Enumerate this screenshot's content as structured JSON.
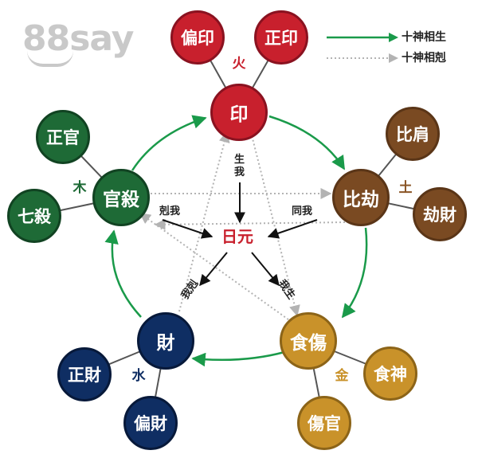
{
  "watermark": {
    "text": "88say"
  },
  "legend": {
    "sheng": {
      "label": "十神相生",
      "color": "#1a9a4a"
    },
    "ke": {
      "label": "十神相剋",
      "color": "#a8a8a8"
    }
  },
  "center": {
    "label": "日元",
    "color": "#c8202d"
  },
  "relations": {
    "sheng_wo": "生我",
    "tong_wo": "同我",
    "wo_sheng": "我生",
    "wo_ke": "我剋",
    "ke_wo": "剋我"
  },
  "groups": {
    "fire": {
      "element": "火",
      "color": "#c8202d",
      "text_color": "#c8202d",
      "main": "印",
      "subs": [
        "偏印",
        "正印"
      ]
    },
    "earth": {
      "element": "土",
      "color": "#7a4a22",
      "text_color": "#8a5526",
      "main": "比劫",
      "subs": [
        "比肩",
        "劫財"
      ]
    },
    "metal": {
      "element": "金",
      "color": "#c9922a",
      "text_color": "#c9922a",
      "main": "食傷",
      "subs": [
        "食神",
        "傷官"
      ]
    },
    "water": {
      "element": "水",
      "color": "#0f2e63",
      "text_color": "#0f2e63",
      "main": "財",
      "subs": [
        "正財",
        "偏財"
      ]
    },
    "wood": {
      "element": "木",
      "color": "#1e6a36",
      "text_color": "#1e6a36",
      "main": "官殺",
      "subs": [
        "正官",
        "七殺"
      ]
    }
  }
}
